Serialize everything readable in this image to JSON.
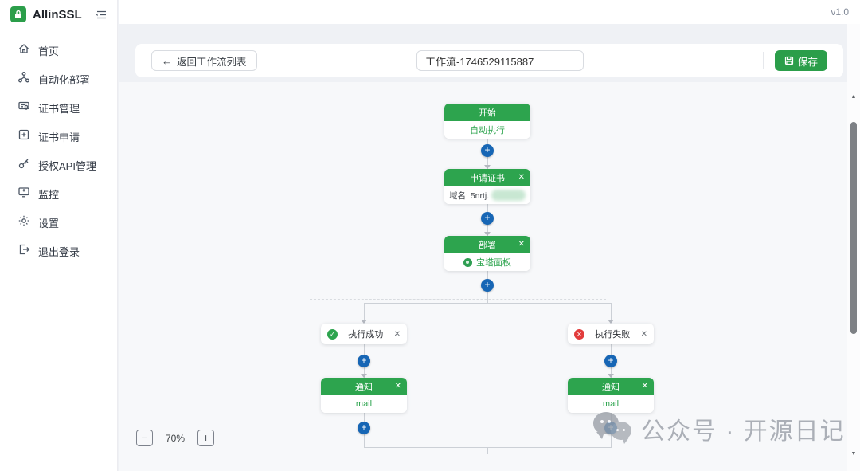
{
  "app": {
    "name": "AllinSSL",
    "version": "v1.0"
  },
  "sidebar": {
    "items": [
      {
        "label": "首页"
      },
      {
        "label": "自动化部署"
      },
      {
        "label": "证书管理"
      },
      {
        "label": "证书申请"
      },
      {
        "label": "授权API管理"
      },
      {
        "label": "监控"
      },
      {
        "label": "设置"
      },
      {
        "label": "退出登录"
      }
    ]
  },
  "toolbar": {
    "back_label": "返回工作流列表",
    "save_label": "保存"
  },
  "workflow": {
    "name": "工作流-1746529115887",
    "nodes": {
      "start": {
        "title": "开始",
        "body": "自动执行"
      },
      "apply_cert": {
        "title": "申请证书",
        "domain_label": "域名: 5nrtj."
      },
      "deploy": {
        "title": "部署",
        "provider": "宝塔面板"
      },
      "branch_success": {
        "label": "执行成功"
      },
      "branch_fail": {
        "label": "执行失败"
      },
      "notify_success": {
        "title": "通知",
        "channel": "mail"
      },
      "notify_fail": {
        "title": "通知",
        "channel": "mail"
      }
    }
  },
  "canvas_controls": {
    "zoom_level": "70%"
  },
  "watermark": {
    "text": "公众号 · 开源日记"
  },
  "icons": {
    "plus": "+",
    "close": "✕",
    "back_arrow": "←",
    "zoom_out": "−",
    "zoom_in": "+",
    "check": "✓",
    "cross": "✕",
    "scroll_up": "▲",
    "scroll_down": "▼"
  },
  "colors": {
    "accent_green": "#2da44e",
    "plus_blue": "#1766b5",
    "error_red": "#e23c3c"
  }
}
